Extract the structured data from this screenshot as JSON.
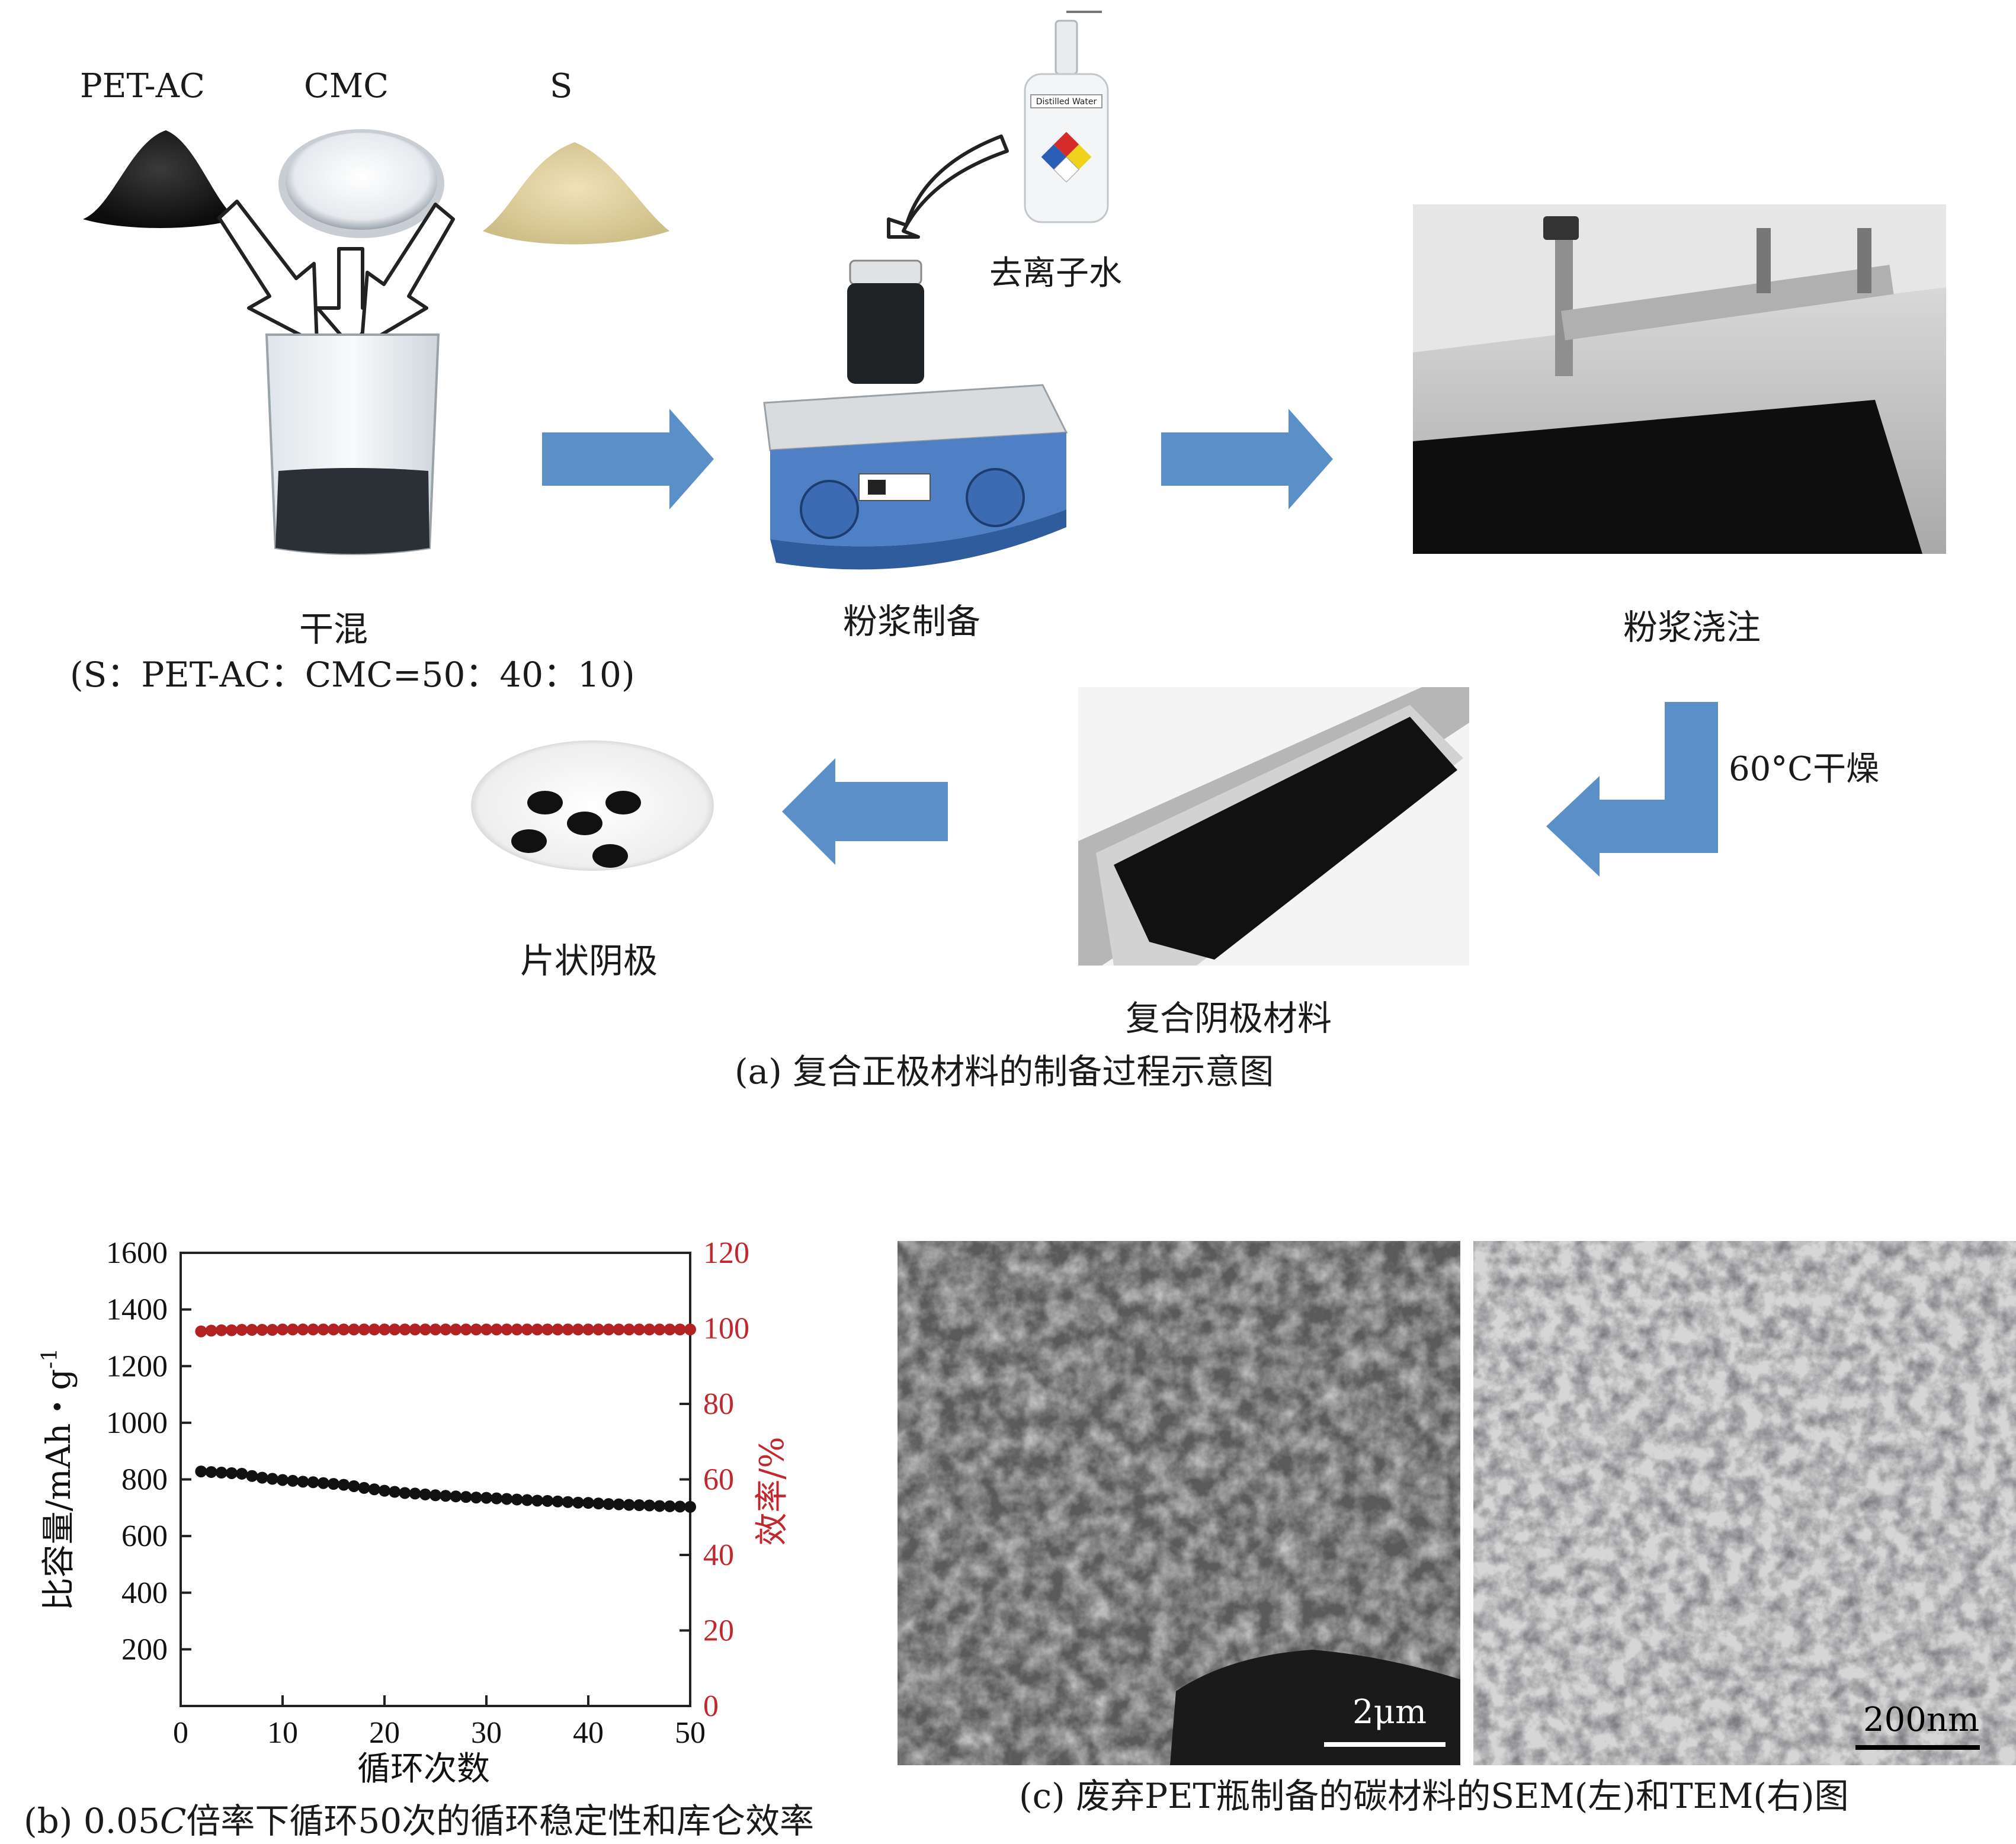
{
  "panel_a": {
    "ingredients": [
      "PET-AC",
      "CMC",
      "S"
    ],
    "deionized_water": "去离子水",
    "step_dry_mix": "干混",
    "step_dry_mix_ratio": "(S：PET-AC：CMC=50：40：10)",
    "step_slurry_prep": "粉浆制备",
    "step_slurry_cast": "粉浆浇注",
    "step_drying": "60°C干燥",
    "step_composite": "复合阴极材料",
    "step_disc": "片状阴极",
    "caption": "(a) 复合正极材料的制备过程示意图",
    "bottle_label": "Distilled Water"
  },
  "panel_b": {
    "caption_pre": "(b) 0.05",
    "caption_italic": "C",
    "caption_post": "倍率下循环50次的循环稳定性和库仑效率",
    "xlabel": "循环次数",
    "ylabel_left": "比容量/mAh・g",
    "ylabel_left_sup": "-1",
    "ylabel_right": "效率/%",
    "colors": {
      "capacity": "#111111",
      "efficiency": "#b22222",
      "axis": "#222222",
      "right_axis_text": "#c0282d"
    }
  },
  "chart_data": {
    "type": "scatter",
    "x": [
      2,
      3,
      4,
      5,
      6,
      7,
      8,
      9,
      10,
      11,
      12,
      13,
      14,
      15,
      16,
      17,
      18,
      19,
      20,
      21,
      22,
      23,
      24,
      25,
      26,
      27,
      28,
      29,
      30,
      31,
      32,
      33,
      34,
      35,
      36,
      37,
      38,
      39,
      40,
      41,
      42,
      43,
      44,
      45,
      46,
      47,
      48,
      49,
      50
    ],
    "series": [
      {
        "axis": "left",
        "values": [
          828,
          826,
          824,
          822,
          820,
          812,
          806,
          802,
          798,
          795,
          792,
          790,
          787,
          784,
          781,
          776,
          770,
          765,
          760,
          756,
          752,
          750,
          747,
          744,
          742,
          740,
          738,
          736,
          735,
          733,
          731,
          729,
          727,
          725,
          724,
          722,
          720,
          718,
          717,
          715,
          713,
          712,
          710,
          709,
          708,
          706,
          705,
          704,
          703
        ]
      },
      {
        "axis": "right",
        "values": [
          99.2,
          99.4,
          99.5,
          99.5,
          99.6,
          99.6,
          99.6,
          99.6,
          99.7,
          99.7,
          99.7,
          99.7,
          99.7,
          99.7,
          99.7,
          99.7,
          99.7,
          99.7,
          99.7,
          99.7,
          99.7,
          99.7,
          99.7,
          99.7,
          99.7,
          99.7,
          99.7,
          99.7,
          99.7,
          99.7,
          99.7,
          99.7,
          99.7,
          99.7,
          99.7,
          99.7,
          99.7,
          99.7,
          99.7,
          99.7,
          99.7,
          99.7,
          99.7,
          99.7,
          99.7,
          99.7,
          99.7,
          99.7,
          99.7
        ]
      }
    ],
    "xlabel": "循环次数",
    "ylabel": "比容量/mAh・g-1",
    "ylabel_right": "效率/%",
    "xlim": [
      0,
      50
    ],
    "ylim": [
      0,
      1600
    ],
    "ylim_right": [
      0,
      120
    ],
    "xticks": [
      0,
      10,
      20,
      30,
      40,
      50
    ],
    "yticks": [
      200,
      400,
      600,
      800,
      1000,
      1200,
      1400,
      1600
    ],
    "yticks_right": [
      0,
      20,
      40,
      60,
      80,
      100,
      120
    ],
    "grid": false
  },
  "panel_c": {
    "sem_scale": "2μm",
    "tem_scale": "200nm",
    "caption": "(c) 废弃PET瓶制备的碳材料的SEM(左)和TEM(右)图"
  }
}
